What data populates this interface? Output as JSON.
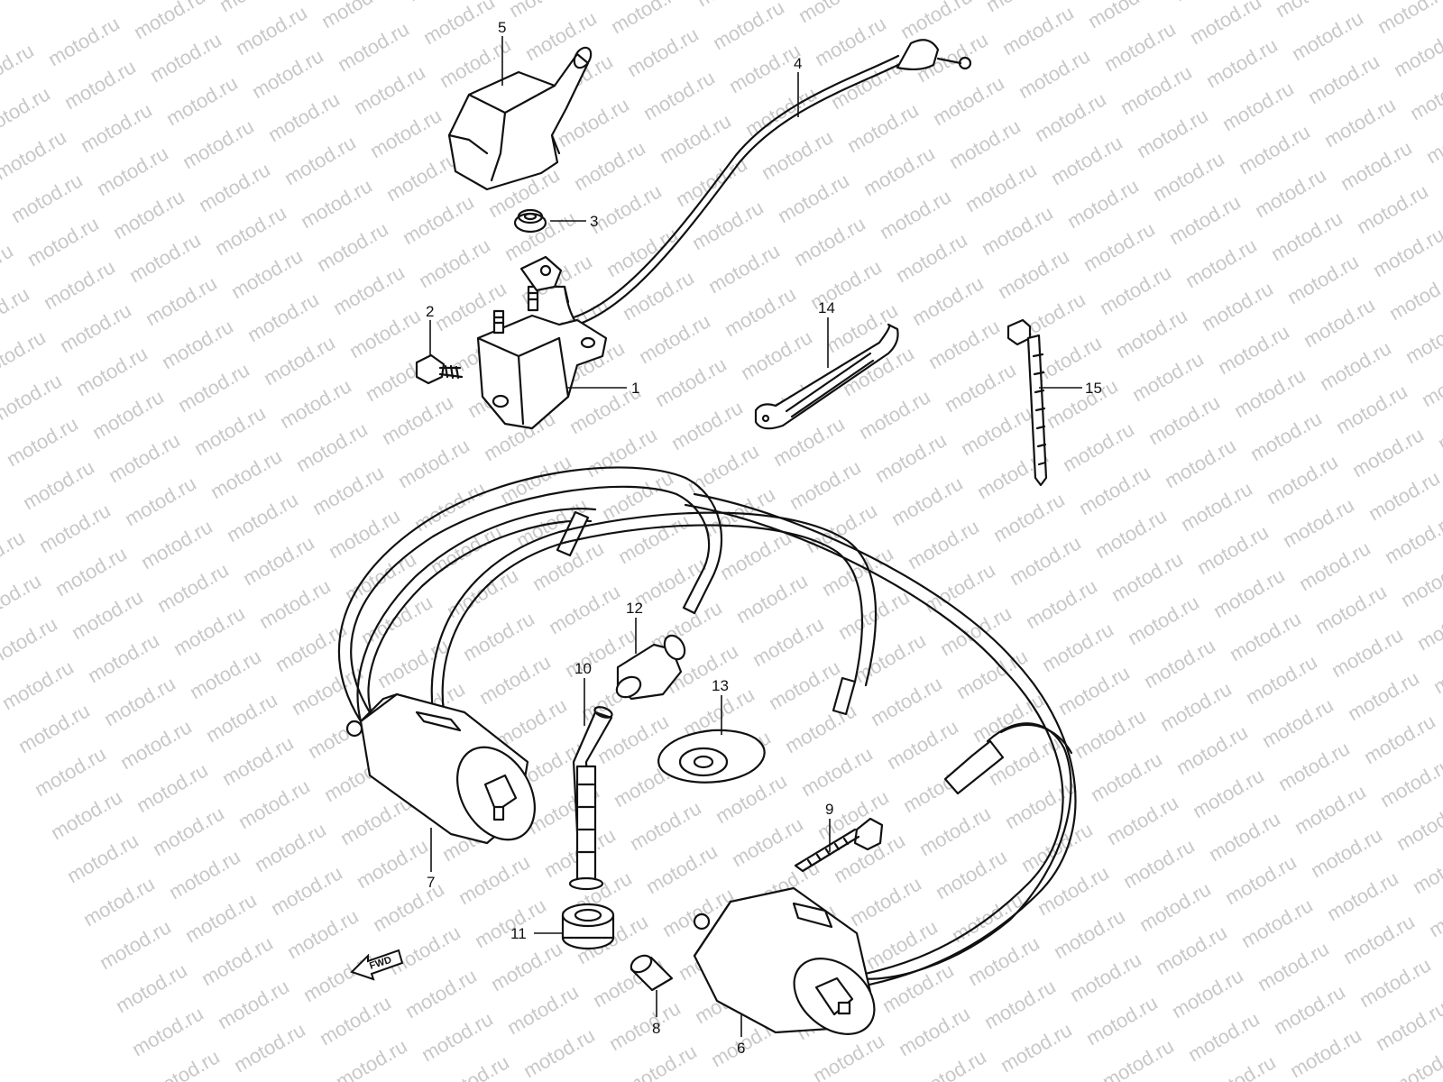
{
  "watermark": {
    "text": "motod.ru"
  },
  "fwd_label": "FWD",
  "callouts": [
    {
      "id": "c1",
      "number": "1"
    },
    {
      "id": "c2",
      "number": "2"
    },
    {
      "id": "c3",
      "number": "3"
    },
    {
      "id": "c4",
      "number": "4"
    },
    {
      "id": "c5",
      "number": "5"
    },
    {
      "id": "c6",
      "number": "6"
    },
    {
      "id": "c7",
      "number": "7"
    },
    {
      "id": "c8",
      "number": "8"
    },
    {
      "id": "c9",
      "number": "9"
    },
    {
      "id": "c10",
      "number": "10"
    },
    {
      "id": "c11",
      "number": "11"
    },
    {
      "id": "c12",
      "number": "12"
    },
    {
      "id": "c13",
      "number": "13"
    },
    {
      "id": "c14",
      "number": "14"
    },
    {
      "id": "c15",
      "number": "15"
    }
  ],
  "colors": {
    "line": "#111111",
    "watermark": "#c8c8c8",
    "background": "#ffffff"
  }
}
